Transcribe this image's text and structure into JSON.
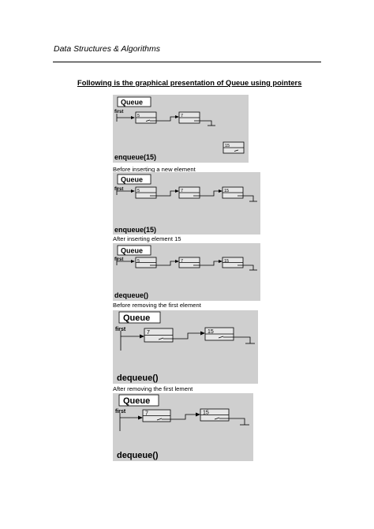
{
  "header": {
    "title": "Data Structures & Algorithms"
  },
  "heading": "Following is the graphical presentation of Queue using pointers",
  "panel_label": "Queue",
  "pointer_label": "first",
  "panels": [
    {
      "nodes": [
        "5",
        "7"
      ],
      "detached": "15",
      "op": "enqueue(15)",
      "caption": "Before inserting a new element"
    },
    {
      "nodes": [
        "5",
        "7",
        "15"
      ],
      "op": "enqueue(15)",
      "caption": "After inserting element 15"
    },
    {
      "nodes": [
        "5",
        "7",
        "15"
      ],
      "op": "dequeue()",
      "caption": "Before removing the first element"
    },
    {
      "nodes": [
        "7",
        "15"
      ],
      "op": "dequeue()",
      "caption": "After removing the first lement"
    },
    {
      "nodes": [
        "7",
        "15"
      ],
      "op": "dequeue()",
      "caption": ""
    }
  ],
  "colors": {
    "panel_bg": "#cfcfcf",
    "node_fill": "#e6e6e6",
    "line": "#000000"
  }
}
